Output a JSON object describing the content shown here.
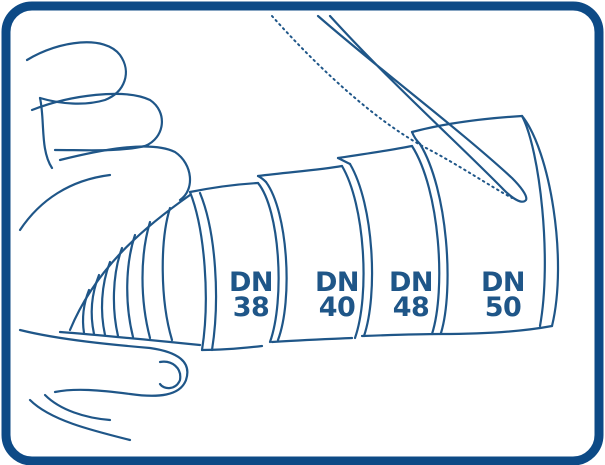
{
  "colors": {
    "frame": "#0d4a86",
    "line": "#1f5688",
    "label": "#1f5688",
    "background": "#ffffff"
  },
  "segments": [
    {
      "line1": "DN",
      "line2": "38"
    },
    {
      "line1": "DN",
      "line2": "40"
    },
    {
      "line1": "DN",
      "line2": "48"
    },
    {
      "line1": "DN",
      "line2": "50"
    }
  ]
}
